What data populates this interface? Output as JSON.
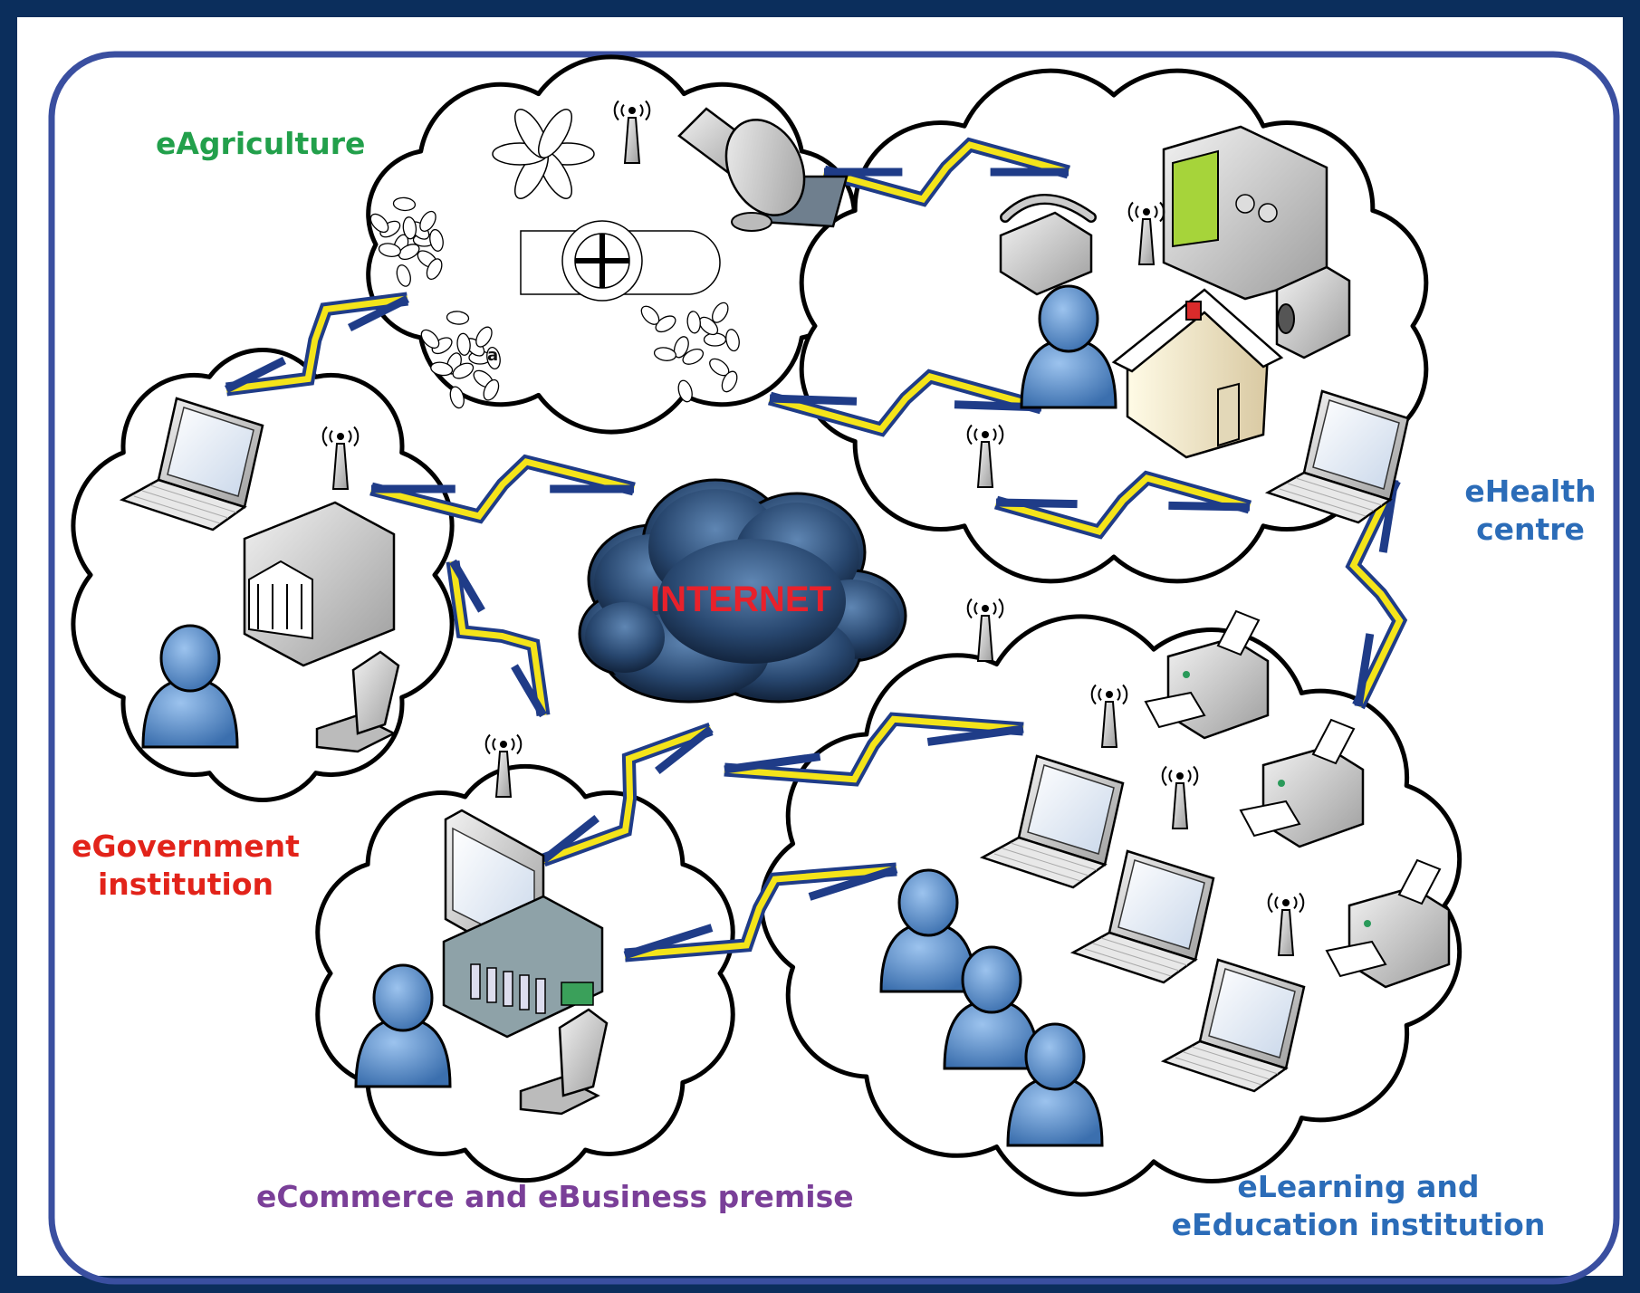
{
  "colors": {
    "frame_outer": "#0b2e5c",
    "frame_inner": "#3a4fa0",
    "bolt_fill": "#f4e41a",
    "bolt_stroke": "#1f3c88",
    "person": "#4f86c6",
    "internet_cloud": "#1f3a5c",
    "internet_text": "#e8212b"
  },
  "labels": {
    "eagriculture": {
      "text": "eAgriculture",
      "color": "#22a04b"
    },
    "ehealth_line1": {
      "text": "eHealth",
      "color": "#2b6cb8"
    },
    "ehealth_line2": {
      "text": "centre",
      "color": "#2b6cb8"
    },
    "egov_line1": {
      "text": "eGovernment",
      "color": "#e2231a"
    },
    "egov_line2": {
      "text": "institution",
      "color": "#e2231a"
    },
    "ecommerce": {
      "text": "eCommerce and eBusiness premise",
      "color": "#7a3f98"
    },
    "elearning_line1": {
      "text": "eLearning and",
      "color": "#2b6cb8"
    },
    "elearning_line2": {
      "text": "eEducation institution",
      "color": "#2b6cb8"
    },
    "internet": {
      "text": "INTERNET"
    },
    "plant_letter": {
      "text": "a"
    }
  },
  "icons": [
    "satellite-icon",
    "antenna-icon",
    "plant-icon",
    "telephone-icon",
    "medical-monitor-icon",
    "camcorder-icon",
    "house-icon",
    "person-icon",
    "laptop-icon",
    "government-building-icon",
    "mobile-phone-icon",
    "desktop-computer-icon",
    "server-icon",
    "printer-icon",
    "internet-cloud-icon",
    "wireless-link-icon"
  ]
}
